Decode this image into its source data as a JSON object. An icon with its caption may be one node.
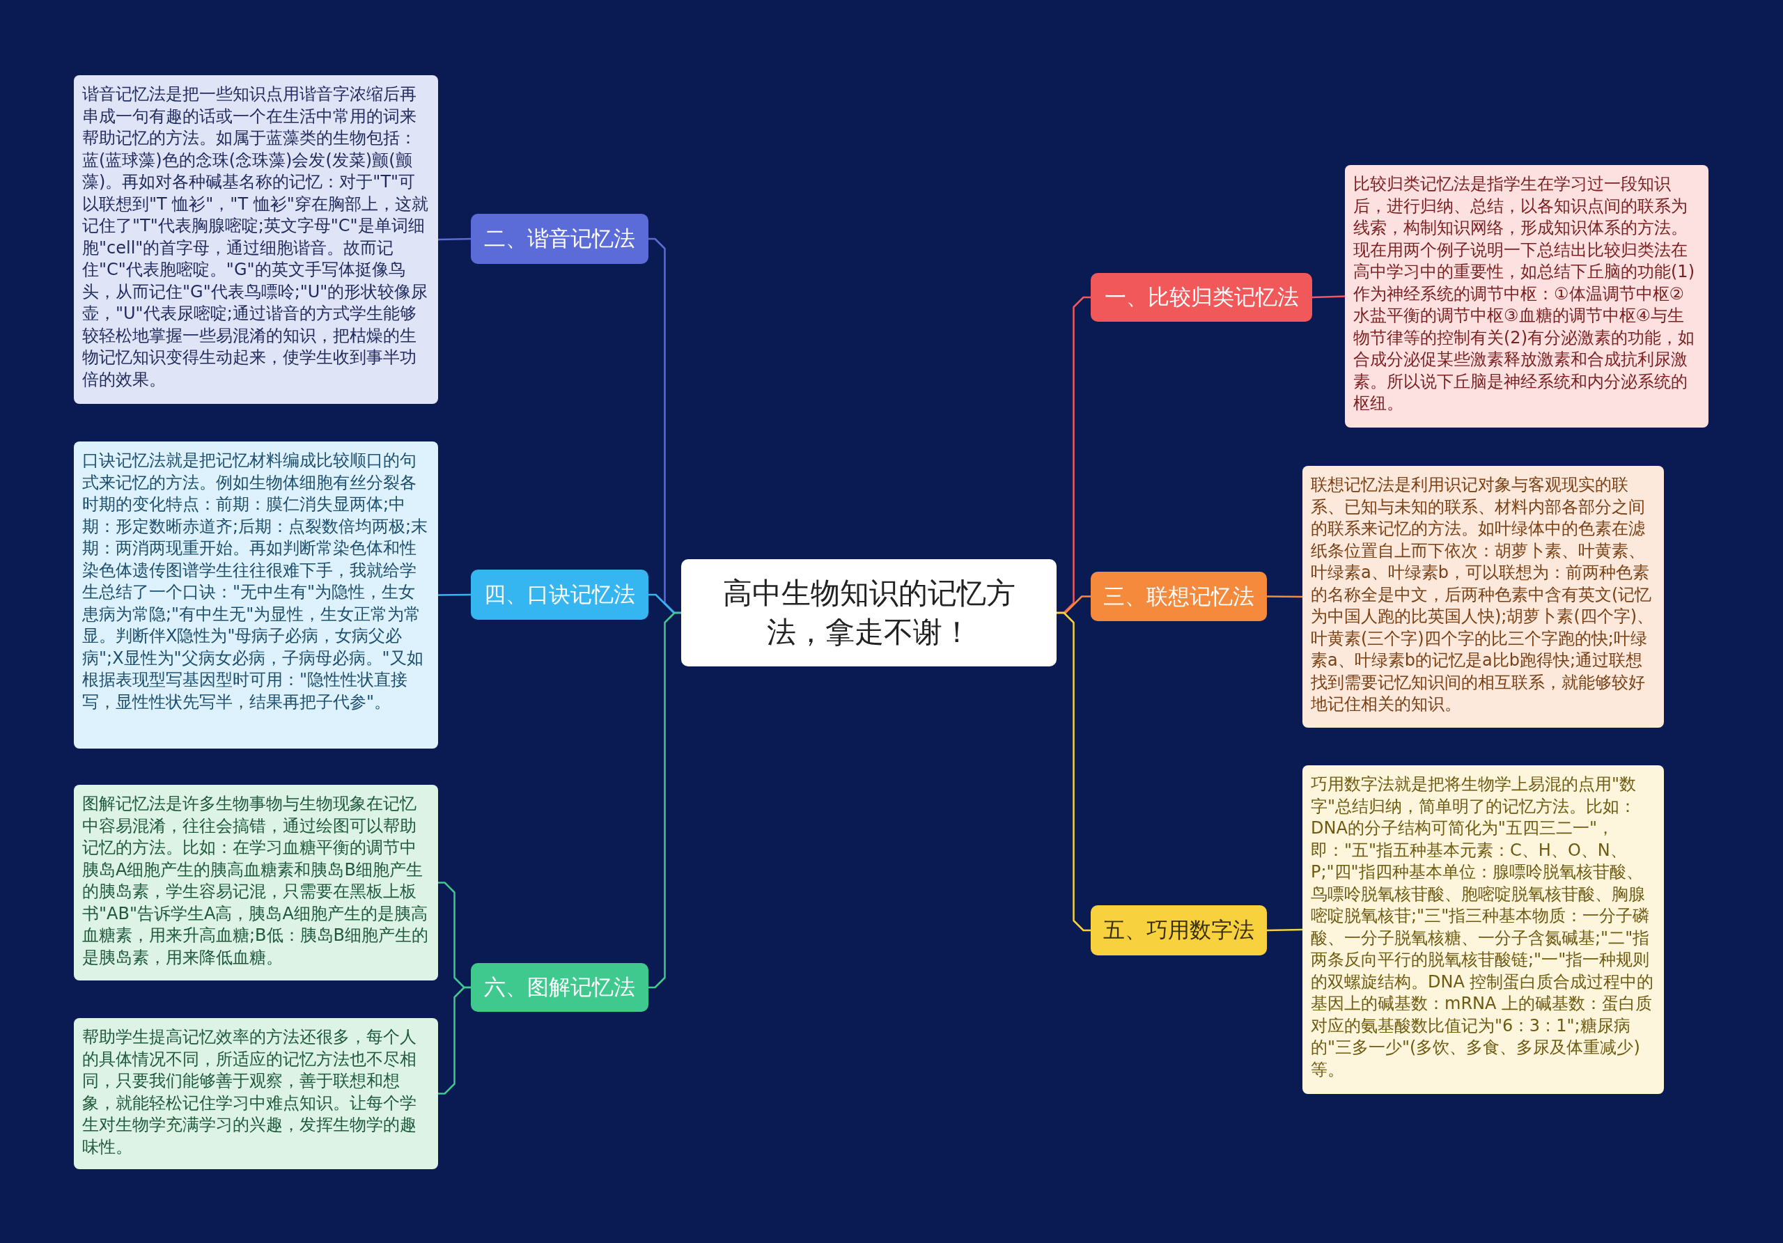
{
  "diagram": {
    "nodes": [
      {
        "text": [
          "高中生物知识的记忆方法，拿走不谢！"
        ]
      },
      {
        "text": [
          "一、比较归类记忆法"
        ]
      },
      {
        "text": [
          "比较归类记忆法是指学生在学习过一段知识后，进行归纳、总结，以各知识点间的联系为线索，构制知识网络，形成知识体系的方法。现在用两个例子说明一下总结出比较归类法在高中学习中的重要性，如总结下丘脑的功能(1)作为神经系统的调节中枢：①体温调节中枢②水盐平衡的调节中枢③血糖的调节中枢④与生物节律等的控制有关(2)有分泌激素的功能，如合成分泌促某些激素释放激素和合成抗利尿激素。所以说下丘脑是神经系统和内分泌系统的枢纽。"
        ]
      },
      {
        "text": [
          "三、联想记忆法"
        ]
      },
      {
        "text": [
          "联想记忆法是利用识记对象与客观现实的联系、已知与未知的联系、材料内部各部分之间的联系来记忆的方法。如叶绿体中的色素在滤纸条位置自上而下依次：胡萝卜素、叶黄素、叶绿素a、叶绿素b，可以联想为：前两种色素的名称全是中文，后两种色素中含有英文(记忆为中国人跑的比英国人快);胡萝卜素(四个字)、叶黄素(三个字)四个字的比三个字跑的快;叶绿素a、叶绿素b的记忆是a比b跑得快;通过联想找到需要记忆知识间的相互联系，就能够较好地记住相关的知识。"
        ]
      },
      {
        "text": [
          "五、巧用数字法"
        ]
      },
      {
        "text": [
          "巧用数字法就是把将生物学上易混的点用\"数字\"总结归纳，简单明了的记忆方法。比如：DNA的分子结构可简化为\"五四三二一\"，即：\"五\"指五种基本元素：C、H、O、N、P;\"四\"指四种基本单位：腺嘌呤脱氧核苷酸、鸟嘌呤脱氧核苷酸、胞嘧啶脱氧核苷酸、胸腺嘧啶脱氧核苷;\"三\"指三种基本物质：一分子磷酸、一分子脱氧核糖、一分子含氮碱基;\"二\"指两条反向平行的脱氧核苷酸链;\"一\"指一种规则的双螺旋结构。DNA 控制蛋白质合成过程中的基因上的碱基数：mRNA 上的碱基数：蛋白质对应的氨基酸数比值记为\"6 : 3 : 1\";糖尿病的\"三多一少\"(多饮、多食、多尿及体重减少)等。"
        ]
      },
      {
        "text": [
          "二、谐音记忆法"
        ]
      },
      {
        "text": [
          "谐音记忆法是把一些知识点用谐音字浓缩后再串成一句有趣的话或一个在生活中常用的词来帮助记忆的方法。如属于蓝藻类的生物包括：蓝(蓝球藻)色的念珠(念珠藻)会发(发菜)颤(颤藻)。再如对各种碱基名称的记忆：对于\"T\"可以联想到\"T 恤衫\"，\"T 恤衫\"穿在胸部上，这就记住了\"T\"代表胸腺嘧啶;英文字母\"C\"是单词细胞\"cell\"的首字母，通过细胞谐音。故而记住\"C\"代表胞嘧啶。\"G\"的英文手写体挺像鸟头，从而记住\"G\"代表鸟嘌呤;\"U\"的形状较像尿壶，\"U\"代表尿嘧啶;通过谐音的方式学生能够较轻松地掌握一些易混淆的知识，把枯燥的生物记忆知识变得生动起来，使学生收到事半功倍的效果。"
        ]
      },
      {
        "text": [
          "四、口诀记忆法"
        ]
      },
      {
        "text": [
          "口诀记忆法就是把记忆材料编成比较顺口的句式来记忆的方法。例如生物体细胞有丝分裂各时期的变化特点：前期：膜仁消失显两体;中期：形定数晰赤道齐;后期：点裂数倍均两极;末期：两消两现重开始。再如判断常染色体和性染色体遗传图谱学生往往很难下手，我就给学生总结了一个口诀：\"无中生有\"为隐性，生女患病为常隐;\"有中生无\"为显性，生女正常为常显。判断伴X隐性为\"母病子必病，女病父必病\";X显性为\"父病女必病，子病母必病。\"又如根据表现型写基因型时可用：\"隐性性状直接写，显性性状先写半，结果再把子代参\"。"
        ]
      },
      {
        "text": [
          "六、图解记忆法"
        ]
      },
      {
        "text": [
          "图解记忆法是许多生物事物与生物现象在记忆中容易混淆，往往会搞错，通过绘图可以帮助记忆的方法。比如：在学习血糖平衡的调节中胰岛A细胞产生的胰高血糖素和胰岛B细胞产生的胰岛素，学生容易记混，只需要在黑板上板书\"AB\"告诉学生A高，胰岛A细胞产生的是胰高血糖素，用来升高血糖;B低：胰岛B细胞产生的是胰岛素，用来降低血糖。"
        ]
      },
      {
        "text": [
          "帮助学生提高记忆效率的方法还很多，每个人的具体情况不同，所适应的记忆方法也不尽相同，只要我们能够善于观察，善于联想和想象，就能轻松记住学习中难点知识。让每个学生对生物学充满学习的兴趣，发挥生物学的趣味性。"
        ]
      }
    ],
    "edges": [
      {
        "from": 0,
        "to": 1,
        "arrow": "none",
        "color": "#f0585a"
      },
      {
        "from": 1,
        "to": 2,
        "arrow": "none",
        "color": "#f0585a"
      },
      {
        "from": 0,
        "to": 3,
        "arrow": "none",
        "color": "#f58a3c"
      },
      {
        "from": 3,
        "to": 4,
        "arrow": "none",
        "color": "#f58a3c"
      },
      {
        "from": 0,
        "to": 5,
        "arrow": "none",
        "color": "#f7d23e"
      },
      {
        "from": 5,
        "to": 6,
        "arrow": "none",
        "color": "#f7d23e"
      },
      {
        "from": 0,
        "to": 7,
        "arrow": "none",
        "color": "#5b6bd8"
      },
      {
        "from": 7,
        "to": 8,
        "arrow": "none",
        "color": "#5b6bd8"
      },
      {
        "from": 0,
        "to": 9,
        "arrow": "none",
        "color": "#35b6f0"
      },
      {
        "from": 9,
        "to": 10,
        "arrow": "none",
        "color": "#35b6f0"
      },
      {
        "from": 0,
        "to": 11,
        "arrow": "none",
        "color": "#3fc98e"
      },
      {
        "from": 11,
        "to": 12,
        "arrow": "none",
        "color": "#3fc98e"
      },
      {
        "from": 11,
        "to": 13,
        "arrow": "none",
        "color": "#3fc98e"
      }
    ]
  }
}
